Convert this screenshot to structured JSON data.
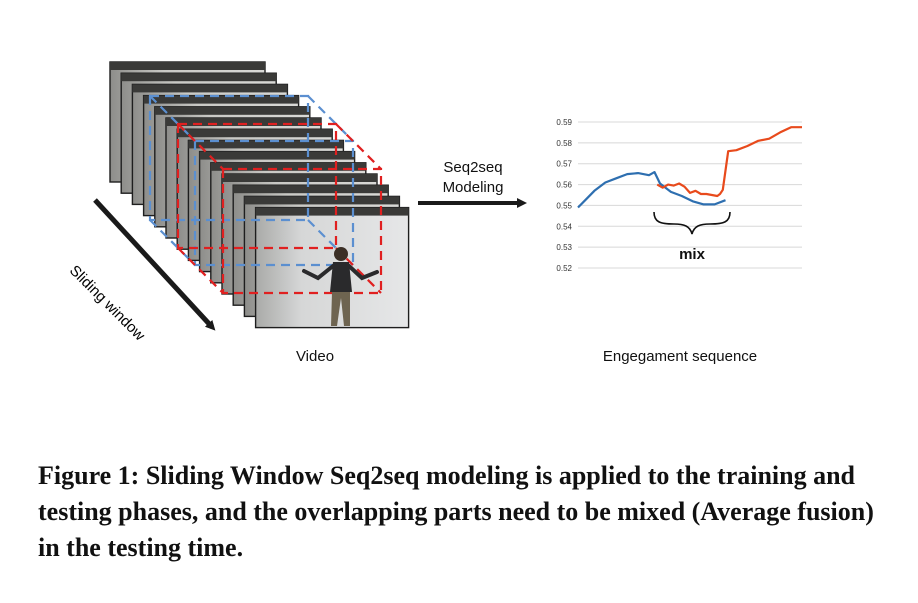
{
  "figure": {
    "video_label": "Video",
    "sliding_window_label": "Sliding window",
    "arrow_label_line1": "Seq2seq",
    "arrow_label_line2": "Modeling",
    "sequence_label": "Engegament sequence",
    "mix_label": "mix",
    "caption": "Figure 1: Sliding Window Seq2seq modeling is applied to the training and testing phases, and the overlapping parts need to be mixed (Average fusion) in the testing time."
  },
  "colors": {
    "window_blue": "#5b8fd0",
    "window_red": "#e02020",
    "series_blue": "#2e6fb0",
    "series_red": "#e84a1c",
    "gridline": "#d8d8d8"
  },
  "chart_data": {
    "type": "line",
    "title": "",
    "xlabel": "",
    "ylabel": "",
    "ylim": [
      0.515,
      0.595
    ],
    "yticks": [
      "0.59",
      "0.58",
      "0.57",
      "0.56",
      "0.55",
      "0.54",
      "0.53",
      "0.52"
    ],
    "grid": true,
    "series": [
      {
        "color": "blue",
        "x": [
          0,
          3,
          6,
          10,
          14,
          18,
          22,
          26,
          28,
          30,
          34,
          38,
          42,
          46,
          50,
          54
        ],
        "values": [
          0.549,
          0.553,
          0.557,
          0.561,
          0.563,
          0.565,
          0.5655,
          0.5645,
          0.566,
          0.5605,
          0.5565,
          0.5545,
          0.552,
          0.5505,
          0.5505,
          0.5525
        ]
      },
      {
        "color": "red",
        "x": [
          29,
          31,
          33,
          35,
          37,
          39,
          41,
          43,
          45,
          47,
          49,
          51,
          52,
          53,
          55,
          58,
          62,
          66,
          70,
          74,
          78,
          82
        ],
        "values": [
          0.56,
          0.5585,
          0.56,
          0.5595,
          0.5605,
          0.559,
          0.556,
          0.557,
          0.5555,
          0.5555,
          0.555,
          0.5545,
          0.5555,
          0.5575,
          0.576,
          0.5765,
          0.5785,
          0.581,
          0.582,
          0.585,
          0.5875,
          0.5875
        ]
      }
    ]
  }
}
